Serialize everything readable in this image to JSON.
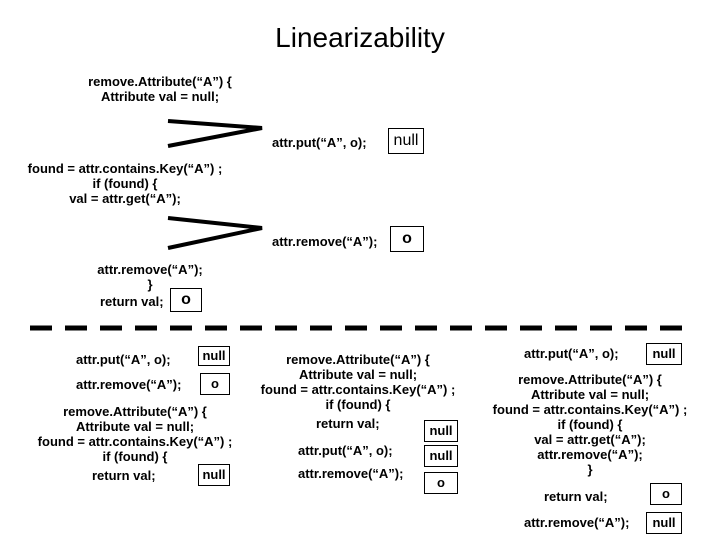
{
  "title": "Linearizability",
  "top": {
    "thread1_block1": [
      "remove.Attribute(“A”) {",
      "Attribute val = null;"
    ],
    "put_call": "attr.put(“A”, o);",
    "put_result": "null",
    "thread1_block2": [
      "found = attr.contains.Key(“A”) ;",
      "if (found) {",
      "val = attr.get(“A”);"
    ],
    "remove_call": "attr.remove(“A”);",
    "remove_result": "o",
    "thread1_block3": [
      "attr.remove(“A”);",
      "}",
      "return val;"
    ],
    "return_result": "o"
  },
  "left": {
    "put_call": "attr.put(“A”, o);",
    "put_result": "null",
    "remove_call": "attr.remove(“A”);",
    "remove_result": "o",
    "block": [
      "remove.Attribute(“A”) {",
      "Attribute val = null;",
      "found = attr.contains.Key(“A”) ;",
      "if (found) {"
    ],
    "return_call": "return val;",
    "return_result": "null"
  },
  "middle": {
    "block": [
      "remove.Attribute(“A”) {",
      "Attribute val = null;",
      "found = attr.contains.Key(“A”) ;",
      "if (found) {"
    ],
    "return_call": "return val;",
    "return_result": "null",
    "put_call": "attr.put(“A”, o);",
    "put_result": "null",
    "remove_call": "attr.remove(“A”);",
    "remove_result": "o"
  },
  "right": {
    "put_call": "attr.put(“A”, o);",
    "put_result": "null",
    "block": [
      "remove.Attribute(“A”) {",
      "Attribute val = null;",
      "found = attr.contains.Key(“A”) ;",
      "if (found) {",
      "val = attr.get(“A”);",
      "attr.remove(“A”);",
      "}"
    ],
    "return_call": "return val;",
    "return_result": "o",
    "remove_call": "attr.remove(“A”);",
    "remove_result": "null"
  }
}
